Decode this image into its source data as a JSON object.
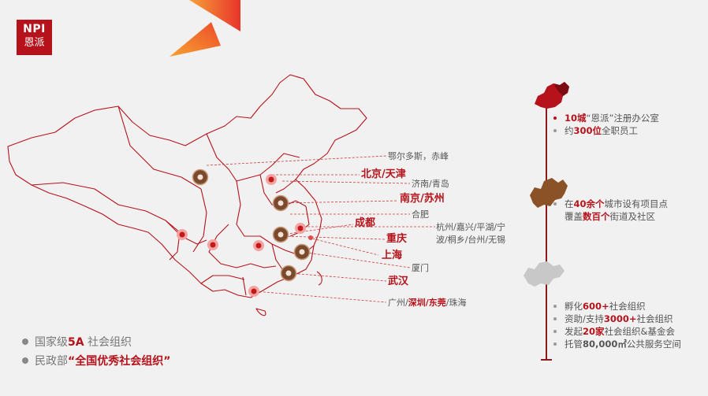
{
  "logo": {
    "top": "NPI",
    "bottom": "恩派"
  },
  "map": {
    "labels": [
      {
        "text": "鄂尔多斯，赤峰",
        "style": "dark"
      },
      {
        "text": "北京/天津",
        "style": "city"
      },
      {
        "text": "济南/青岛",
        "style": "dark"
      },
      {
        "text": "南京/苏州",
        "style": "city"
      },
      {
        "text": "合肥",
        "style": "dark"
      },
      {
        "text": "成都",
        "style": "city"
      },
      {
        "text": "重庆",
        "style": "city"
      },
      {
        "text": "上海",
        "style": "city"
      },
      {
        "text": "厦门",
        "style": "dark"
      },
      {
        "text": "武汉",
        "style": "city"
      }
    ],
    "hangzhou": {
      "line1": "杭州/嘉兴/平湖/宁",
      "line2": "波/桐乡/台州/无锡"
    },
    "guangzhou": {
      "pre": "广州/",
      "hl": "深圳/东莞",
      "post": "/珠海"
    }
  },
  "bottom": {
    "item1": {
      "pre": "国家级",
      "hl": "5A",
      "post": " 社会组织"
    },
    "item2": {
      "pre": "民政部",
      "hl": "“全国优秀社会组织”"
    }
  },
  "right": {
    "block1": [
      {
        "hl": "10城",
        "text": "“恩派”注册办公室",
        "color": "red"
      },
      {
        "pre": "约",
        "hl": "300位",
        "text": "全职员工",
        "color": "gray"
      }
    ],
    "block2": [
      {
        "pre": "在",
        "hl": "40余个",
        "text": "城市设有项目点",
        "color": "gray"
      },
      {
        "pre": "覆盖",
        "hl": "数百个",
        "text": "街道及社区",
        "color": "gray"
      }
    ],
    "block3": [
      {
        "pre": "孵化",
        "hl": "600+",
        "text": "社会组织",
        "color": "gray"
      },
      {
        "pre": "资助/支持",
        "hl": "3000+",
        "text": "社会组织",
        "color": "gray"
      },
      {
        "pre": "发起",
        "hl": "20家",
        "text": "社会组织&基金会",
        "color": "gray"
      },
      {
        "pre": "托管",
        "hl": "80,000㎡",
        "text": "公共服务空间",
        "color": "gray"
      }
    ]
  },
  "colors": {
    "brand": "#b5121b",
    "ring": "#8b5a3c",
    "outline": "#b5121b"
  }
}
